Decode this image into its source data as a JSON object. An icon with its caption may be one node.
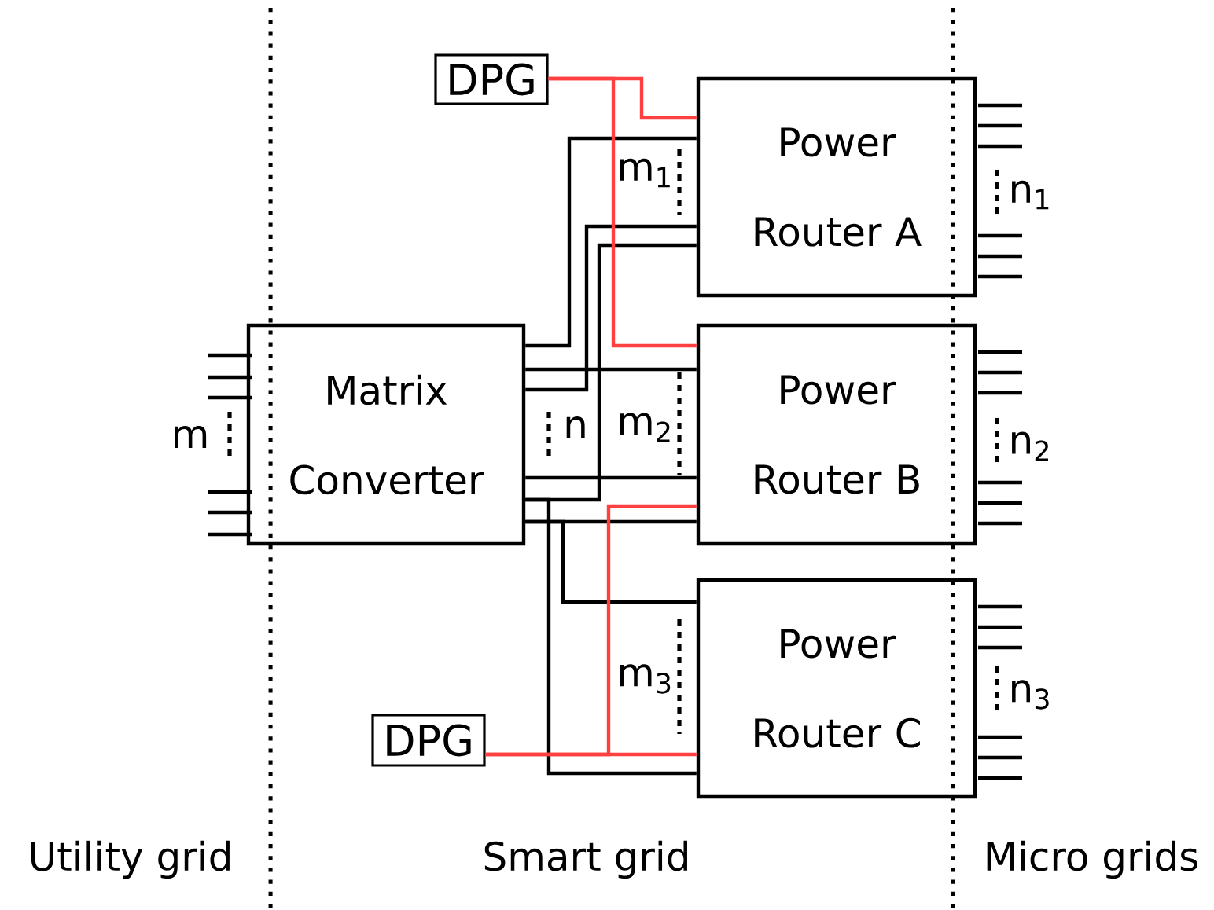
{
  "diagram": {
    "nodes": [
      {
        "text": [
          "Matrix Converter"
        ]
      },
      {
        "text": [
          "Power Router A"
        ]
      },
      {
        "text": [
          "Power Router B"
        ]
      },
      {
        "text": [
          "Power Router C"
        ]
      },
      {
        "text": [
          "DPG"
        ]
      },
      {
        "text": [
          "DPG"
        ]
      }
    ],
    "edges": [
      {
        "from": 0,
        "to": 1,
        "arrow": "none"
      },
      {
        "from": 0,
        "to": 1,
        "arrow": "none"
      },
      {
        "from": 0,
        "to": 1,
        "arrow": "none"
      },
      {
        "from": 0,
        "to": 2,
        "arrow": "none"
      },
      {
        "from": 0,
        "to": 2,
        "arrow": "none"
      },
      {
        "from": 0,
        "to": 2,
        "arrow": "none"
      },
      {
        "from": 0,
        "to": 3,
        "arrow": "none"
      },
      {
        "from": 0,
        "to": 3,
        "arrow": "none"
      },
      {
        "from": 4,
        "to": 1,
        "arrow": "none",
        "color": "#ff4040"
      },
      {
        "from": 4,
        "to": 2,
        "arrow": "none",
        "color": "#ff4040"
      },
      {
        "from": 5,
        "to": 3,
        "arrow": "none",
        "color": "#ff4040"
      },
      {
        "from": 5,
        "to": 2,
        "arrow": "none",
        "color": "#ff4040"
      }
    ],
    "labels": [
      "m$_{1}$",
      "n$_{1}$",
      "m",
      "n",
      "m$_{2}$",
      "n$_{2}$",
      "m$_{3}$",
      "n$_{3}$",
      "Utility grid",
      "Smart grid",
      "Micro grids"
    ]
  }
}
